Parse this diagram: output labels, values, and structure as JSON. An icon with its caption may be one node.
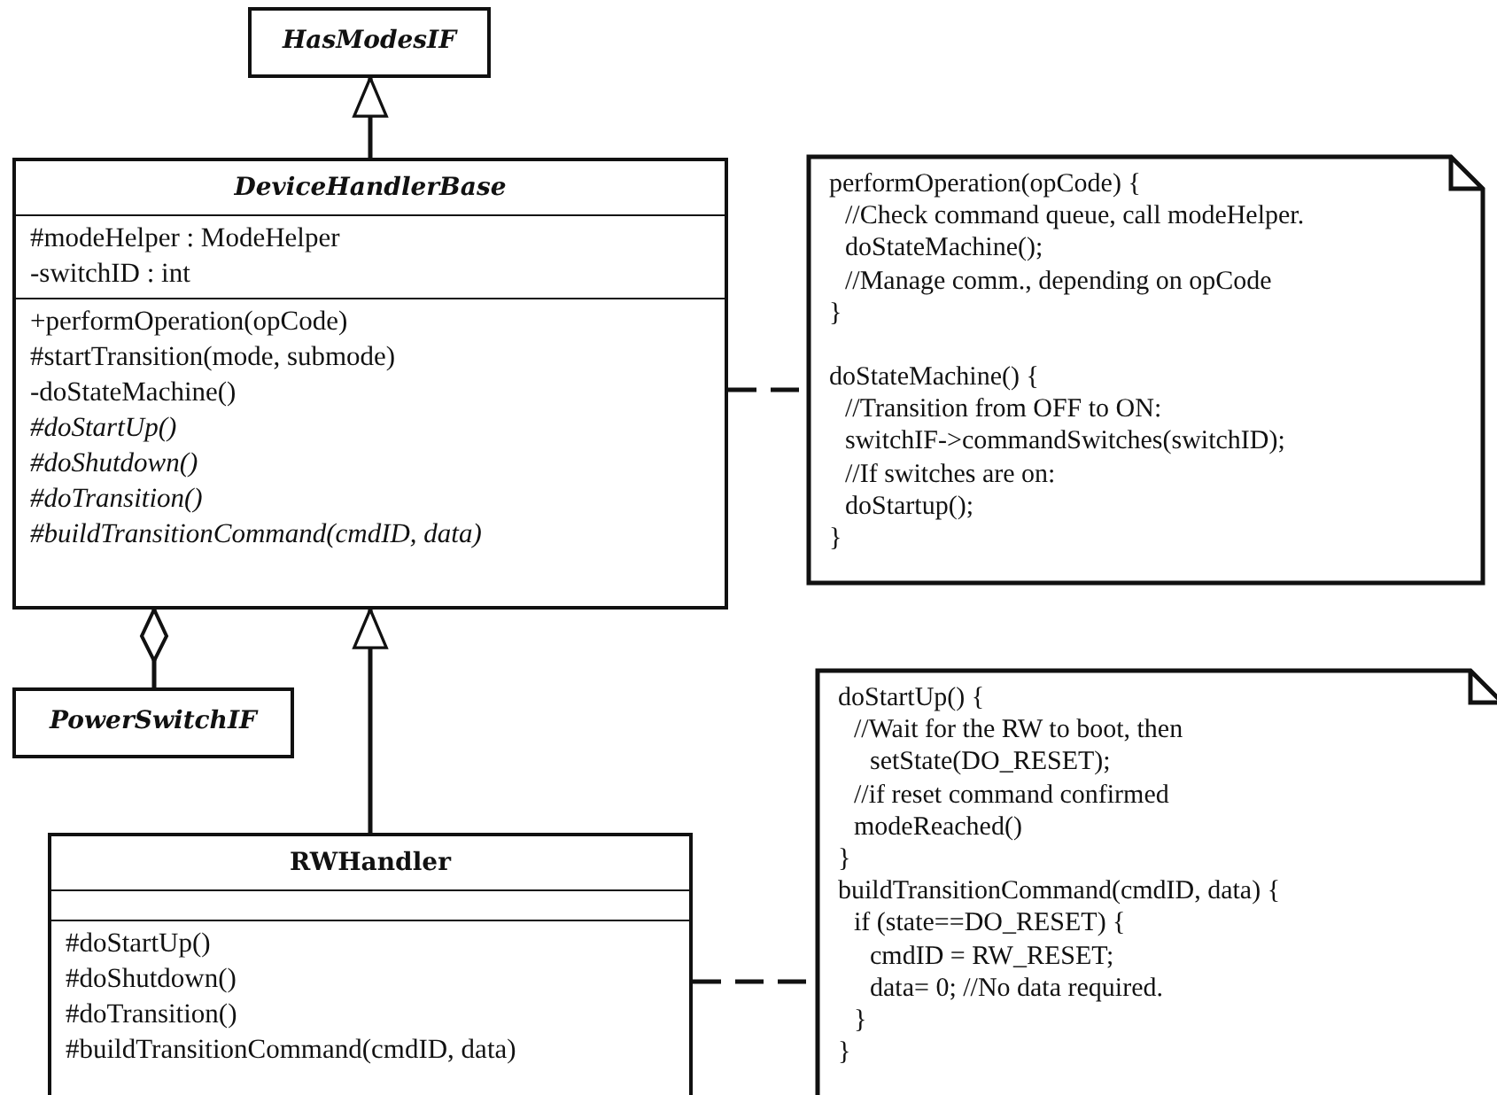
{
  "diagram": {
    "nodes": [
      {
        "text": [
          "HasModesIF"
        ]
      },
      {
        "text": [
          "DeviceHandlerBase",
          "#modeHelper : ModeHelper",
          "-switchID : int",
          "+performOperation(opCode)",
          "#startTransition(mode, submode)",
          "-doStateMachine()",
          "#doStartUp()",
          "#doShutdown()",
          "#doTransition()",
          "#buildTransitionCommand(cmdID, data)"
        ]
      },
      {
        "text": [
          "performOperation(opCode) {",
          "//Check command queue, call modeHelper.",
          "doStateMachine();",
          "//Manage comm., depending on opCode",
          "}",
          "doStateMachine() {",
          "//Transition from OFF to ON:",
          "switchIF->commandSwitches(switchID);",
          "//If switches are on:",
          "doStartup();",
          "}"
        ]
      },
      {
        "text": [
          "PowerSwitchIF"
        ]
      },
      {
        "text": [
          "RWHandler",
          "#doStartUp()",
          "#doShutdown()",
          "#doTransition()",
          "#buildTransitionCommand(cmdID, data)"
        ]
      },
      {
        "text": [
          "doStartUp() {",
          "//Wait for the RW to boot, then",
          "setState(DO_RESET);",
          "//if reset command confirmed",
          "modeReached()",
          "}",
          "buildTransitionCommand(cmdID, data) {",
          "if (state==DO_RESET) {",
          "cmdID = RW_RESET;",
          "data= 0; //No data required.",
          "}",
          "}"
        ]
      }
    ],
    "edges": [
      {
        "from": 1,
        "to": 0,
        "arrow": "to"
      },
      {
        "from": 1,
        "to": 2,
        "arrow": "none",
        "style": "dashed"
      },
      {
        "from": 3,
        "to": 1,
        "arrow": "other"
      },
      {
        "from": 4,
        "to": 1,
        "arrow": "to"
      },
      {
        "from": 4,
        "to": 5,
        "arrow": "none",
        "style": "dashed"
      }
    ]
  }
}
